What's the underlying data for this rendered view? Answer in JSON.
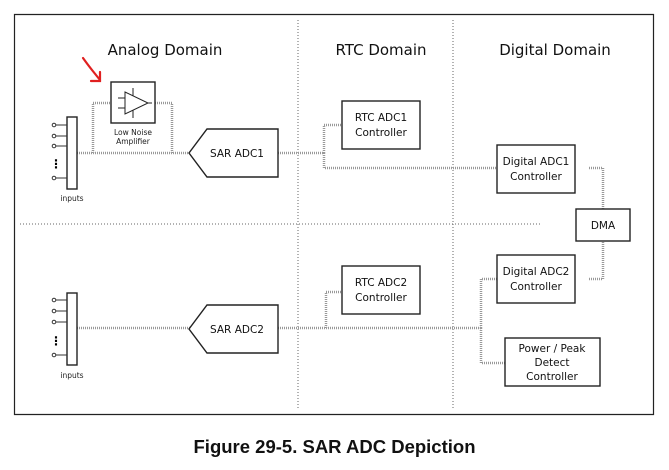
{
  "domains": {
    "analog": "Analog Domain",
    "rtc": "RTC Domain",
    "digital": "Digital Domain"
  },
  "blocks": {
    "lna_line1": "Low Noise",
    "lna_line2": "Amplifier",
    "sar_adc1": "SAR ADC1",
    "sar_adc2": "SAR ADC2",
    "rtc_adc1_line1": "RTC ADC1",
    "rtc_adc1_line2": "Controller",
    "rtc_adc2_line1": "RTC ADC2",
    "rtc_adc2_line2": "Controller",
    "dig_adc1_line1": "Digital ADC1",
    "dig_adc1_line2": "Controller",
    "dig_adc2_line1": "Digital ADC2",
    "dig_adc2_line2": "Controller",
    "dma": "DMA",
    "power_line1": "Power / Peak",
    "power_line2": "Detect",
    "power_line3": "Controller",
    "inputs1": "inputs",
    "inputs2": "inputs",
    "ellipsis": "⋮"
  },
  "annotation": {
    "arrow_color": "#e02020"
  },
  "caption": "Figure 29-5. SAR ADC Depiction"
}
